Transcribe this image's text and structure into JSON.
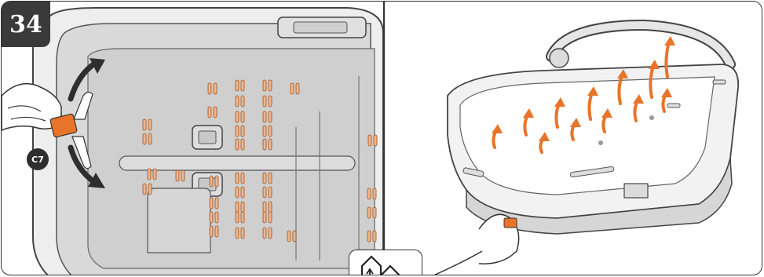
{
  "step": {
    "number": "34"
  },
  "left_panel": {
    "callout_label": "C7"
  },
  "colors": {
    "accent_orange": "#e8742a",
    "outline": "#333333",
    "shell_gray": "#d9d9d9",
    "base_gray": "#e6e6e6"
  },
  "icons": [
    "step-number-badge",
    "arrow-curved-up-icon",
    "arrow-curved-down-icon",
    "heat-arrow-icon",
    "house-airflow-icon",
    "hand-icon"
  ]
}
